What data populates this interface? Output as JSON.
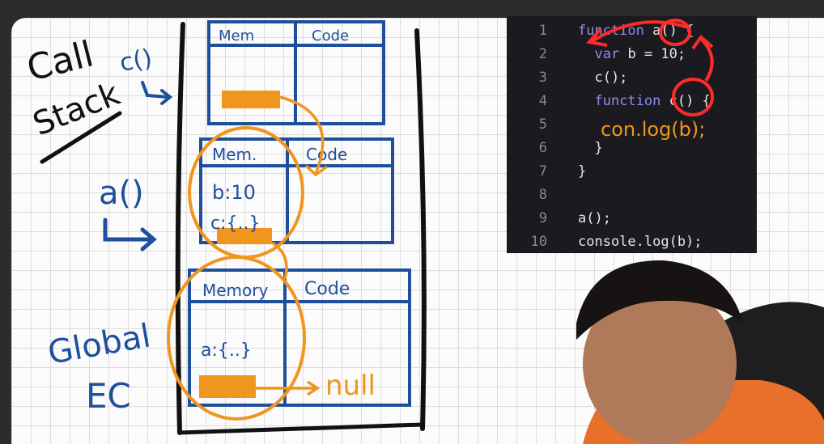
{
  "whiteboard": {
    "call_stack_label": [
      "Call",
      "Stack"
    ],
    "call_stack_top_label": "c()",
    "frame_a_label": "a()",
    "global_label": [
      "Global",
      "EC"
    ],
    "frames": [
      {
        "id": "c",
        "memory_header": "Mem",
        "code_header": "Code",
        "entries": []
      },
      {
        "id": "a",
        "memory_header": "Mem.",
        "code_header": "Code",
        "entries": [
          "b:10",
          "c:{..}"
        ]
      },
      {
        "id": "global",
        "memory_header": "Memory",
        "code_header": "Code",
        "entries": [
          "a:{..}"
        ]
      }
    ],
    "null_label": "null",
    "colors": {
      "ink": "#111111",
      "blue": "#1f4f9c",
      "orange": "#f0951e",
      "red": "#ff2a2a"
    }
  },
  "code": {
    "lines": [
      {
        "n": "1",
        "text": "function a() {"
      },
      {
        "n": "2",
        "text": "  var b = 10;"
      },
      {
        "n": "3",
        "text": "  c();"
      },
      {
        "n": "4",
        "text": "  function c() {"
      },
      {
        "n": "5",
        "text": ""
      },
      {
        "n": "6",
        "text": "  }"
      },
      {
        "n": "7",
        "text": "}"
      },
      {
        "n": "8",
        "text": ""
      },
      {
        "n": "9",
        "text": "a();"
      },
      {
        "n": "10",
        "text": "console.log(b);"
      }
    ],
    "annotation": "con.log(b);"
  }
}
